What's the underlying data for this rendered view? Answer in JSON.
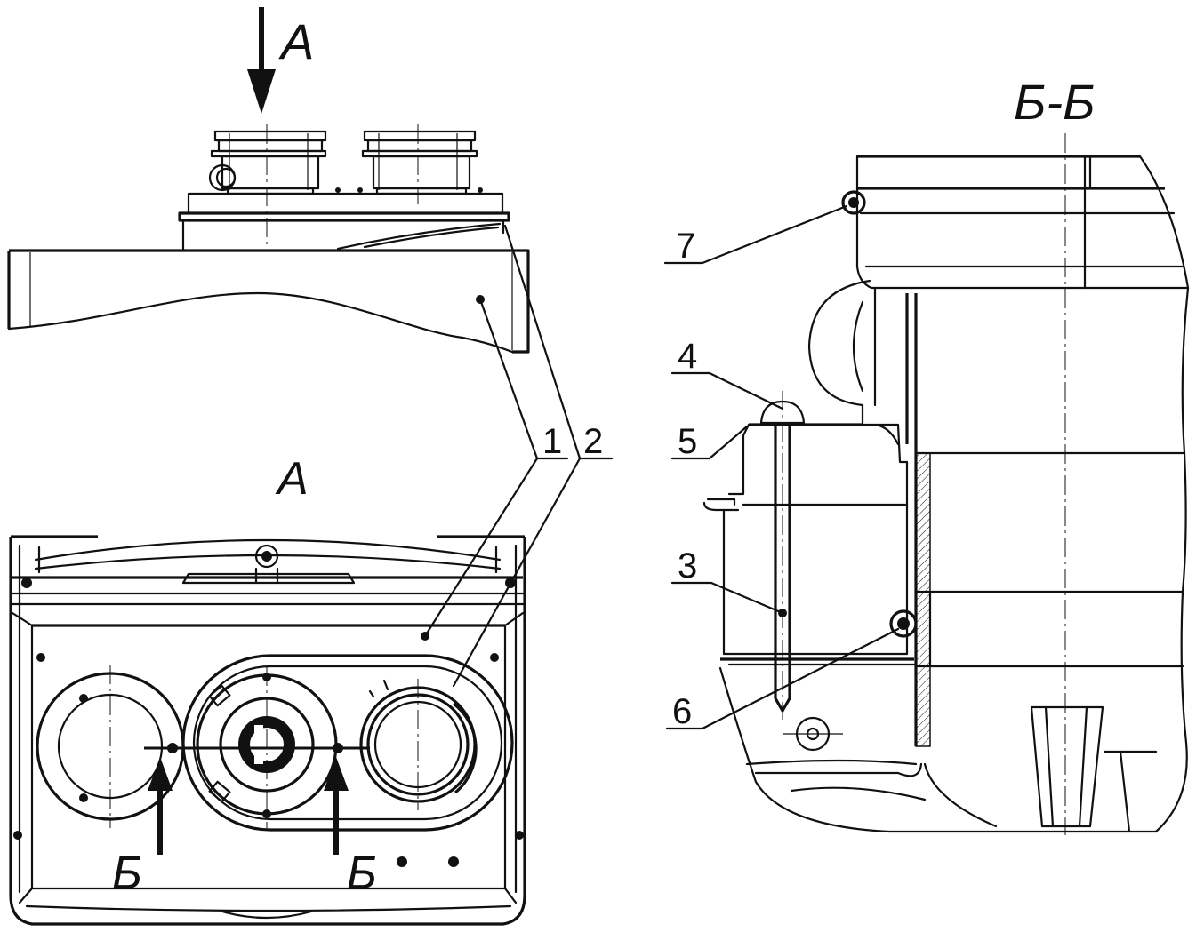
{
  "labels": {
    "view_arrow": "А",
    "view_title": "А",
    "section_title": "Б-Б",
    "section_mark_left": "Б",
    "section_mark_right": "Б"
  },
  "callouts": [
    "1",
    "2",
    "3",
    "4",
    "5",
    "6",
    "7"
  ]
}
